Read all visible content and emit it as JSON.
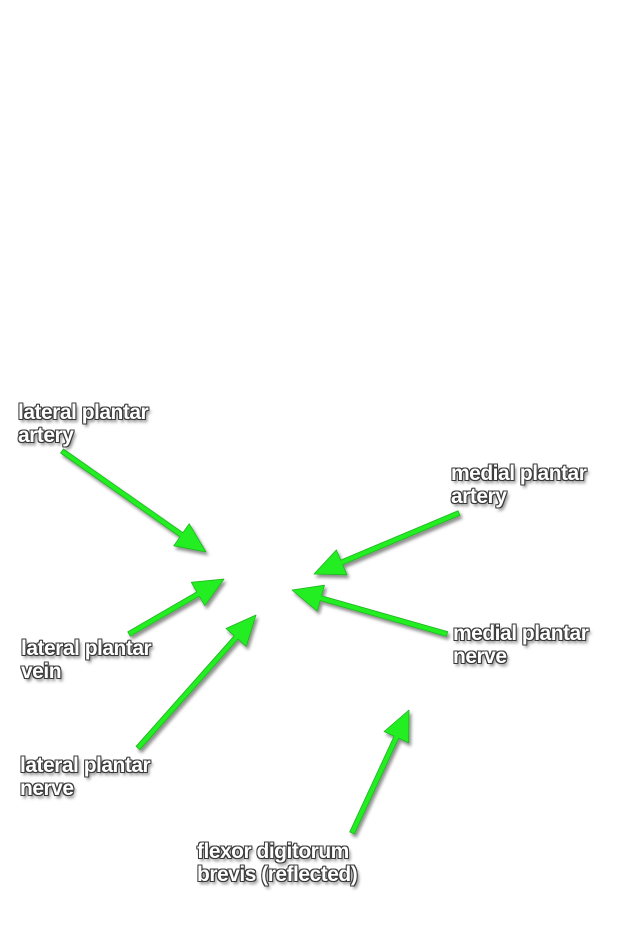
{
  "colors": {
    "background": "#ffffff",
    "arrow": "#22ee22",
    "label_text": "#ffffff",
    "label_outline": "#3a3a3a"
  },
  "labels": {
    "lateral_plantar_artery": {
      "line1": "lateral plantar",
      "line2": "artery"
    },
    "medial_plantar_artery": {
      "line1": "medial plantar",
      "line2": "artery"
    },
    "lateral_plantar_vein": {
      "line1": "lateral plantar",
      "line2": "vein"
    },
    "medial_plantar_nerve": {
      "line1": "medial plantar",
      "line2": "nerve"
    },
    "lateral_plantar_nerve": {
      "line1": "lateral plantar",
      "line2": "nerve"
    },
    "flexor_digitorum_brevis": {
      "line1": "flexor digitorum",
      "line2": "brevis (reflected)"
    }
  }
}
